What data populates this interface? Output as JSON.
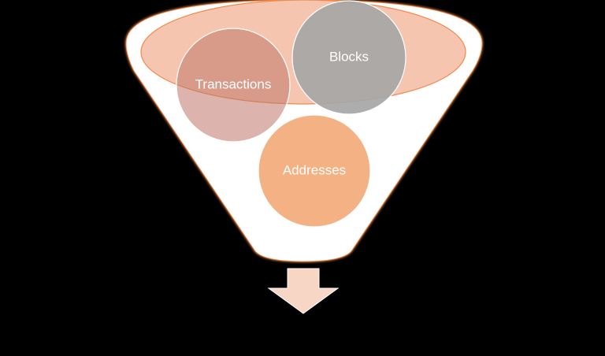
{
  "diagram": {
    "items": [
      {
        "key": "transactions",
        "label": "Transactions"
      },
      {
        "key": "blocks",
        "label": "Blocks"
      },
      {
        "key": "addresses",
        "label": "Addresses"
      }
    ]
  },
  "colors": {
    "background": "#000000",
    "funnel_fill": "#ffffff",
    "funnel_outline": "#f08a4b",
    "rim_fill": "#f6c5b0",
    "transactions_fill": "#c0766a",
    "blocks_fill": "#a6a6a6",
    "addresses_fill": "#f4b183",
    "arrow_fill": "#f8d6c6"
  }
}
